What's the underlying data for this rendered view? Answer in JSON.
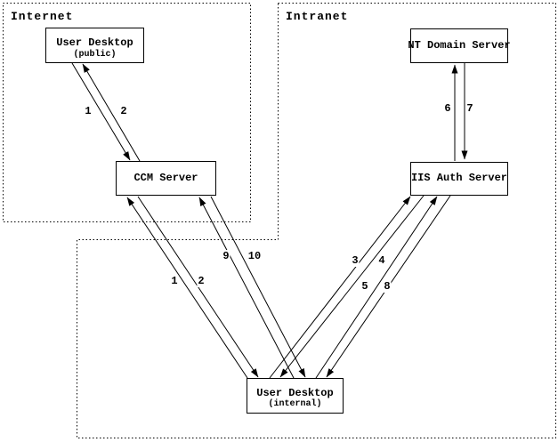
{
  "diagram": {
    "background": "#ffffff",
    "stroke_color": "#000000",
    "regions": [
      {
        "id": "internet",
        "label": "Internet"
      },
      {
        "id": "intranet",
        "label": "Intranet"
      }
    ],
    "nodes": [
      {
        "id": "user-desktop-public",
        "label": "User Desktop",
        "sublabel": "(public)",
        "region": "internet"
      },
      {
        "id": "ccm-server",
        "label": "CCM Server",
        "sublabel": "",
        "region": "internet"
      },
      {
        "id": "nt-domain-server",
        "label": "NT Domain Server",
        "sublabel": "",
        "region": "intranet"
      },
      {
        "id": "iis-auth-server",
        "label": "IIS Auth Server",
        "sublabel": "",
        "region": "intranet"
      },
      {
        "id": "user-desktop-internal",
        "label": "User Desktop",
        "sublabel": "(internal)",
        "region": "intranet"
      }
    ],
    "edges": [
      {
        "label": "1",
        "from": "user-desktop-public",
        "to": "ccm-server"
      },
      {
        "label": "2",
        "from": "ccm-server",
        "to": "user-desktop-public"
      },
      {
        "label": "1",
        "from": "user-desktop-internal",
        "to": "ccm-server"
      },
      {
        "label": "2",
        "from": "ccm-server",
        "to": "user-desktop-internal"
      },
      {
        "label": "9",
        "from": "user-desktop-internal",
        "to": "ccm-server"
      },
      {
        "label": "10",
        "from": "ccm-server",
        "to": "user-desktop-internal"
      },
      {
        "label": "3",
        "from": "user-desktop-internal",
        "to": "iis-auth-server"
      },
      {
        "label": "4",
        "from": "iis-auth-server",
        "to": "user-desktop-internal"
      },
      {
        "label": "5",
        "from": "user-desktop-internal",
        "to": "iis-auth-server"
      },
      {
        "label": "8",
        "from": "iis-auth-server",
        "to": "user-desktop-internal"
      },
      {
        "label": "6",
        "from": "iis-auth-server",
        "to": "nt-domain-server"
      },
      {
        "label": "7",
        "from": "nt-domain-server",
        "to": "iis-auth-server"
      }
    ]
  }
}
